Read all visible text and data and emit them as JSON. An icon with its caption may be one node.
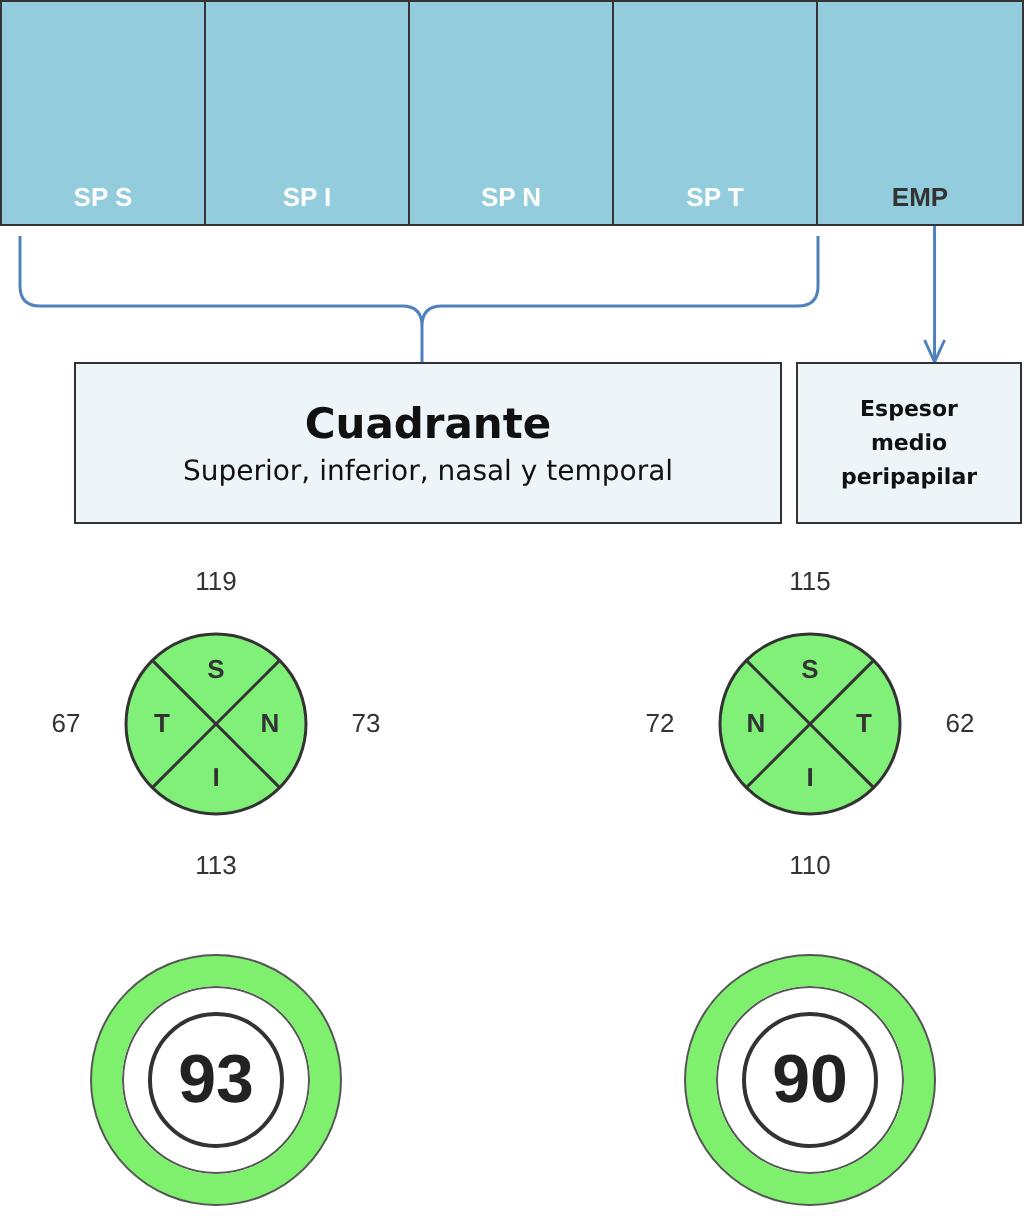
{
  "diagram": {
    "nodes": [
      {
        "text": [
          "SP S"
        ]
      },
      {
        "text": [
          "SP I"
        ]
      },
      {
        "text": [
          "SP N"
        ]
      },
      {
        "text": [
          "SP T"
        ]
      },
      {
        "text": [
          "EMP"
        ]
      },
      {
        "text": [
          "Cuadrante",
          "Superior, inferior, nasal y temporal"
        ]
      },
      {
        "text": [
          "Espesor medio peripapilar"
        ]
      },
      {
        "text": [
          "S",
          "T",
          "N",
          "I"
        ],
        "beside": [
          "119",
          "67",
          "73",
          "113"
        ]
      },
      {
        "text": [
          "93"
        ]
      },
      {
        "text": [
          "S",
          "N",
          "T",
          "I"
        ],
        "beside": [
          "115",
          "72",
          "62",
          "110"
        ]
      },
      {
        "text": [
          "90"
        ]
      }
    ],
    "edges": [
      {
        "from": 4,
        "to": 6,
        "arrow": "to"
      }
    ]
  }
}
